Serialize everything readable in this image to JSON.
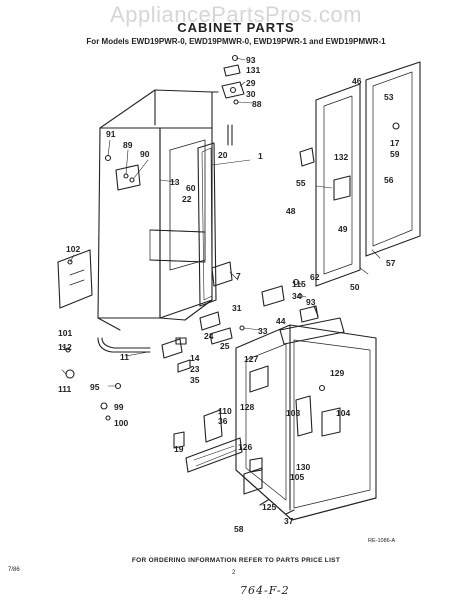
{
  "watermark": "AppliancePartsPros.com",
  "header": {
    "title": "CABINET PARTS",
    "subtitle": "For Models EWD19PWR-0, EWD19PMWR-0, EWD19PWR-1 and EWD19PMWR-1"
  },
  "callouts": [
    "93",
    "131",
    "29",
    "30",
    "88",
    "46",
    "53",
    "91",
    "89",
    "90",
    "1",
    "20",
    "13",
    "60",
    "22",
    "17",
    "59",
    "132",
    "55",
    "56",
    "48",
    "49",
    "57",
    "102",
    "7",
    "62",
    "115",
    "34",
    "50",
    "31",
    "93",
    "44",
    "33",
    "24",
    "25",
    "101",
    "112",
    "14",
    "23",
    "35",
    "127",
    "129",
    "11",
    "111",
    "95",
    "128",
    "99",
    "100",
    "110",
    "36",
    "103",
    "104",
    "19",
    "126",
    "130",
    "105",
    "125",
    "58",
    "37"
  ],
  "footer": {
    "note": "FOR ORDERING INFORMATION REFER TO PARTS PRICE LIST",
    "left_code": "7/86",
    "page_number": "2",
    "right_code": "RE-1086-A",
    "handwritten": "764-F-2"
  }
}
